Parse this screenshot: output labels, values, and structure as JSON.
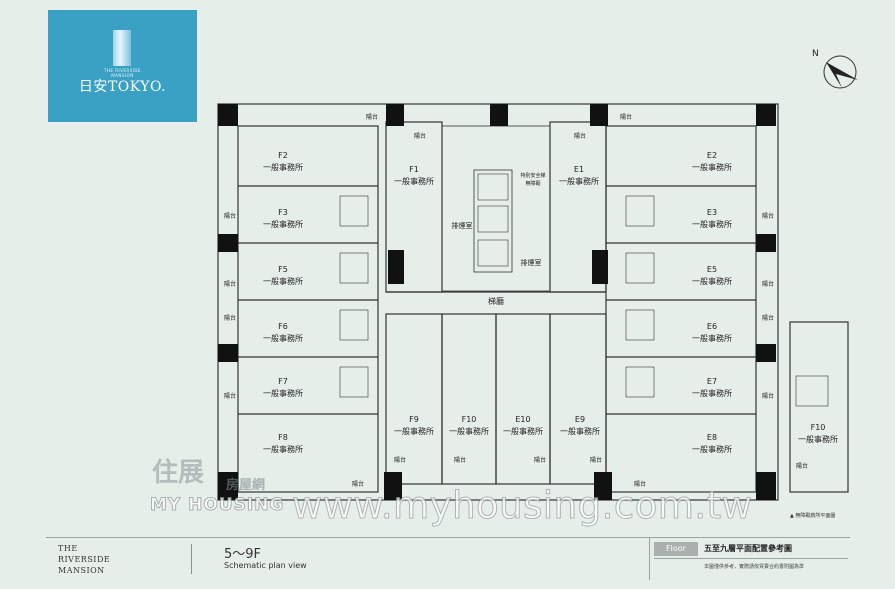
{
  "brand": {
    "name": "日安TOKYO.",
    "sub": "THE RIVERSIDE MANSION"
  },
  "compass": {
    "label": "N"
  },
  "units_left": [
    {
      "id": "F2",
      "use": "一般事務所"
    },
    {
      "id": "F3",
      "use": "一般事務所"
    },
    {
      "id": "F5",
      "use": "一般事務所"
    },
    {
      "id": "F6",
      "use": "一般事務所"
    },
    {
      "id": "F7",
      "use": "一般事務所"
    },
    {
      "id": "F8",
      "use": "一般事務所"
    }
  ],
  "units_right": [
    {
      "id": "E2",
      "use": "一般事務所"
    },
    {
      "id": "E3",
      "use": "一般事務所"
    },
    {
      "id": "E5",
      "use": "一般事務所"
    },
    {
      "id": "E6",
      "use": "一般事務所"
    },
    {
      "id": "E7",
      "use": "一般事務所"
    },
    {
      "id": "E8",
      "use": "一般事務所"
    }
  ],
  "units_center": [
    {
      "id": "F1",
      "use": "一般事務所"
    },
    {
      "id": "E1",
      "use": "一般事務所"
    },
    {
      "id": "F9",
      "use": "一般事務所"
    },
    {
      "id": "F10",
      "use": "一般事務所"
    },
    {
      "id": "E10",
      "use": "一般事務所"
    },
    {
      "id": "E9",
      "use": "一般事務所"
    }
  ],
  "inset_unit": {
    "id": "F10",
    "use": "一般事務所"
  },
  "rooms": {
    "smoke_left": "排煙室",
    "smoke_right": "排煙室",
    "stairs": "梯廳",
    "special": "特別安全梯",
    "accessible": "無障礙"
  },
  "balcony": "陽台",
  "watermark": {
    "logo_top": "住展",
    "logo_cn": "房屋網",
    "logo_en": "MY HOUSING",
    "url": "www.myhousing.com.tw"
  },
  "legend": "▲ 無障礙廁所平面圖",
  "footer": {
    "project_line1": "THE",
    "project_line2": "RIVERSIDE",
    "project_line3": "MANSION",
    "floors": "5〜9F",
    "plan_label": "Schematic plan view",
    "tag": "Floor",
    "title": "五至九層平面配置參考圖",
    "note": "本圖僅供參考，實際請依買賣合約書附圖為準"
  }
}
